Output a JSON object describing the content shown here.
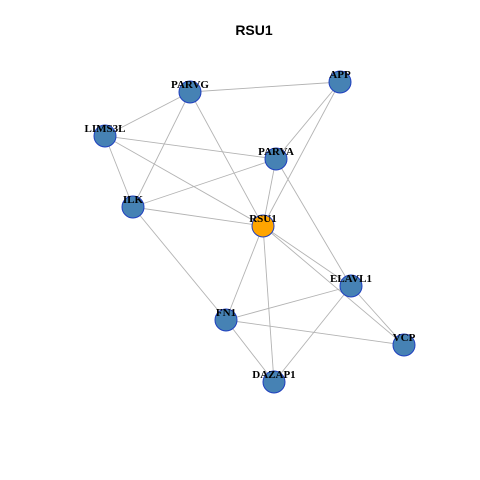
{
  "title": "RSU1",
  "colors": {
    "edge": "#b3b3b3",
    "node_border": "#1f3fbf",
    "node_fill": "#4682b4",
    "hub_fill": "#ffa500",
    "label": "#000000"
  },
  "nodes": [
    {
      "id": "PARVG",
      "label": "PARVG",
      "hub": false
    },
    {
      "id": "APP",
      "label": "APP",
      "hub": false
    },
    {
      "id": "LIMS3L",
      "label": "LIMS3L",
      "hub": false
    },
    {
      "id": "PARVA",
      "label": "PARVA",
      "hub": false
    },
    {
      "id": "ILK",
      "label": "ILK",
      "hub": false
    },
    {
      "id": "RSU1",
      "label": "RSU1",
      "hub": true
    },
    {
      "id": "ELAVL1",
      "label": "ELAVL1",
      "hub": false
    },
    {
      "id": "FN1",
      "label": "FN1",
      "hub": false
    },
    {
      "id": "VCP",
      "label": "VCP",
      "hub": false
    },
    {
      "id": "DAZAP1",
      "label": "DAZAP1",
      "hub": false
    }
  ],
  "edges": [
    [
      "PARVG",
      "APP"
    ],
    [
      "PARVG",
      "LIMS3L"
    ],
    [
      "PARVG",
      "ILK"
    ],
    [
      "PARVG",
      "RSU1"
    ],
    [
      "APP",
      "PARVA"
    ],
    [
      "APP",
      "RSU1"
    ],
    [
      "LIMS3L",
      "PARVA"
    ],
    [
      "LIMS3L",
      "ILK"
    ],
    [
      "LIMS3L",
      "RSU1"
    ],
    [
      "PARVA",
      "ILK"
    ],
    [
      "PARVA",
      "RSU1"
    ],
    [
      "PARVA",
      "ELAVL1"
    ],
    [
      "ILK",
      "RSU1"
    ],
    [
      "ILK",
      "FN1"
    ],
    [
      "RSU1",
      "FN1"
    ],
    [
      "RSU1",
      "ELAVL1"
    ],
    [
      "RSU1",
      "VCP"
    ],
    [
      "RSU1",
      "DAZAP1"
    ],
    [
      "FN1",
      "ELAVL1"
    ],
    [
      "FN1",
      "VCP"
    ],
    [
      "FN1",
      "DAZAP1"
    ],
    [
      "ELAVL1",
      "VCP"
    ],
    [
      "ELAVL1",
      "DAZAP1"
    ]
  ]
}
